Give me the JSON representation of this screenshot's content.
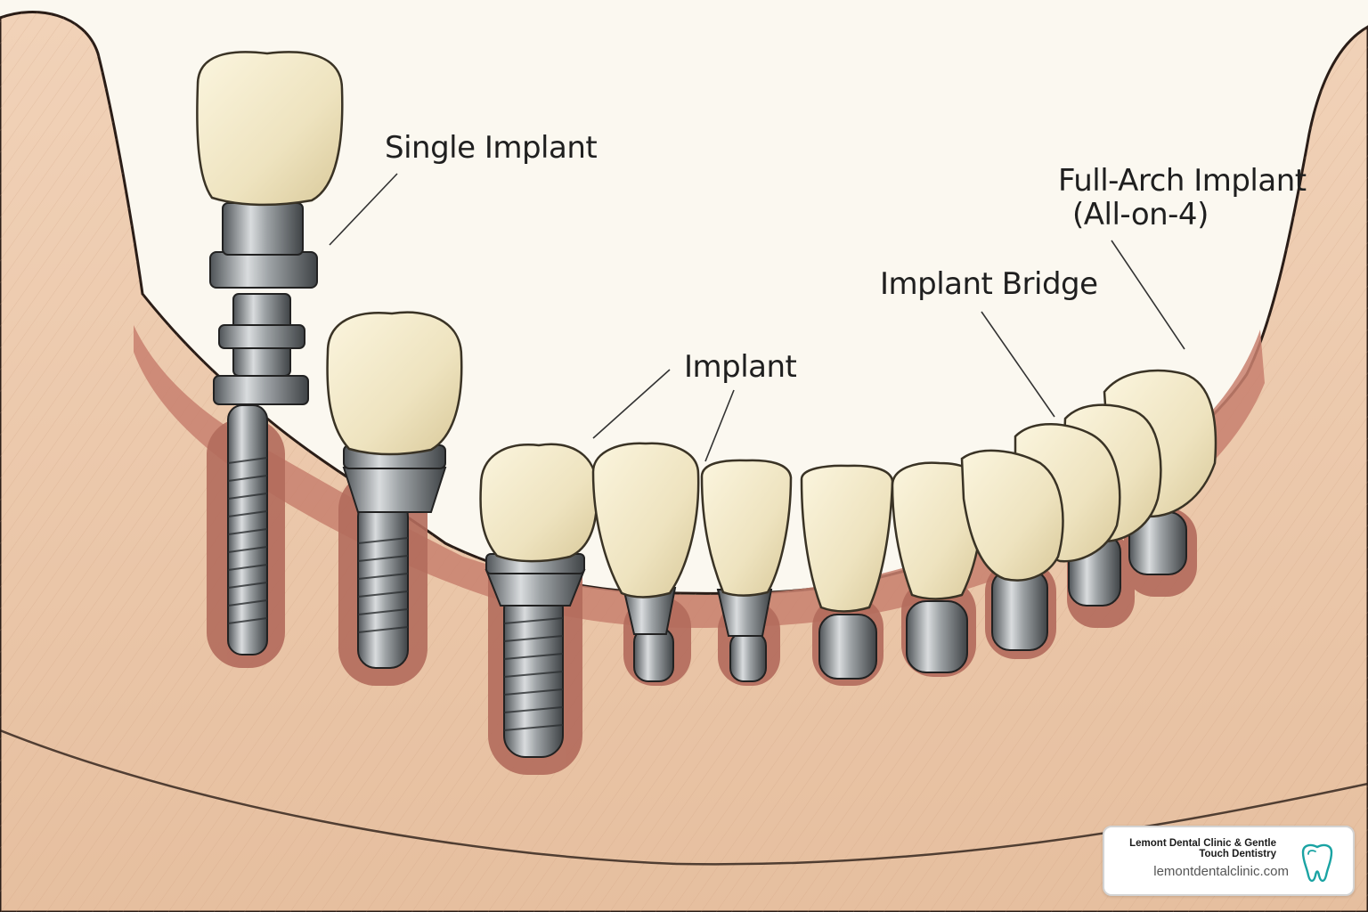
{
  "labels": {
    "single_implant": "Single Implant",
    "implant": "Implant",
    "implant_bridge": "Implant Bridge",
    "full_arch_line1": "Full-Arch Implant",
    "full_arch_line2": "(All-on-4)"
  },
  "branding": {
    "clinic_name": "Lemont Dental Clinic & Gentle Touch Dentistry",
    "website": "lemontdentalclinic.com",
    "logo_icon": "tooth-icon"
  },
  "colors": {
    "background": "#fbf8f0",
    "bone": "#ecc9ad",
    "gum": "#c8806e",
    "crown": "#efe7c9",
    "metal": "#8e9295",
    "logo_teal": "#1aa3a3"
  }
}
